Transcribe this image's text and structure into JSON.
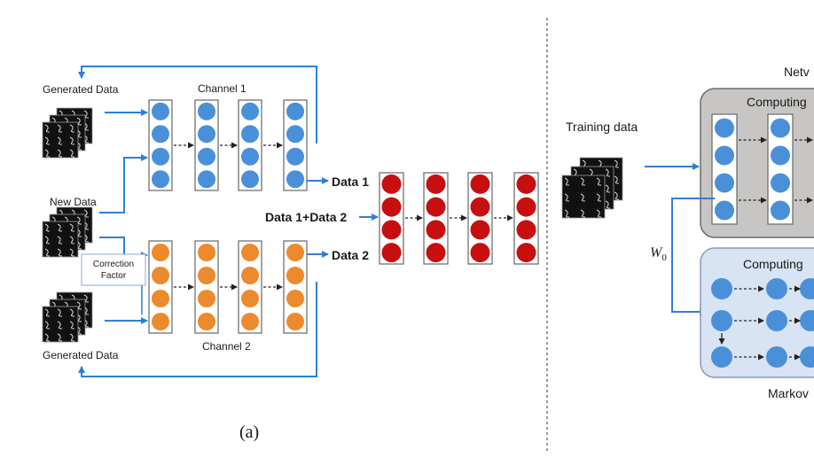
{
  "left_panel": {
    "generated_data_top": "Generated Data",
    "new_data": "New Data",
    "generated_data_bottom": "Generated Data",
    "channel1": "Channel 1",
    "channel2": "Channel 2",
    "correction_factor_line1": "Correction",
    "correction_factor_line2": "Factor",
    "data1": "Data 1",
    "data2": "Data 2",
    "data_sum": "Data 1+Data 2",
    "caption": "(a)"
  },
  "right_panel": {
    "title_partial": "Netv",
    "training_data": "Training data",
    "computing_top": "Computing",
    "weight_label": "W",
    "weight_subscript": "0",
    "computing_bottom": "Computing",
    "markov_partial": "Markov"
  },
  "colors": {
    "blue_node": "#4a90d9",
    "orange_node": "#ec8a2e",
    "red_node": "#c80f0f",
    "arrow_blue": "#2f7fd6",
    "gray_box": "#c8c6c4",
    "light_blue_box": "#d8e3f3",
    "divider": "#555555"
  }
}
